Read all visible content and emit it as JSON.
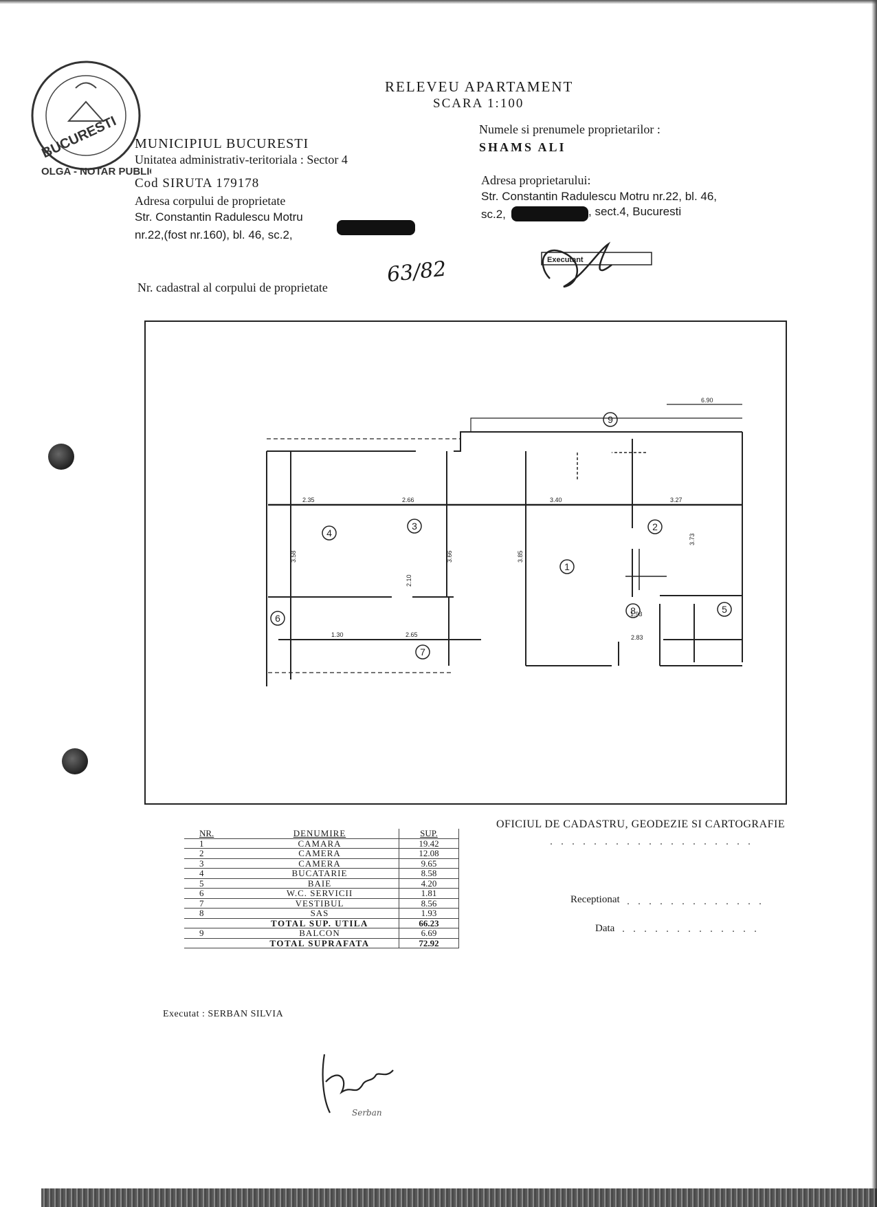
{
  "title": "RELEVEU APARTAMENT",
  "scale": "SCARA 1:100",
  "left_header": {
    "municipality": "MUNICIPIUL BUCURESTI",
    "admin_unit": "Unitatea administrativ-teritoriala : Sector 4",
    "siruta": "Cod SIRUTA 179178",
    "address_label": "Adresa corpului de proprietate",
    "address_line1": "Str. Constantin Radulescu Motru",
    "address_line2": "nr.22,(fost nr.160), bl. 46, sc.2,"
  },
  "right_header": {
    "owners_label": "Numele si prenumele proprietarilor :",
    "owners_value": "SHAMS ALI",
    "owner_address_label": "Adresa proprietarului:",
    "owner_address_line1": "Str. Constantin Radulescu Motru nr.22, bl. 46,",
    "owner_address_line2_a": "sc.2,",
    "owner_address_line2_b": ", sect.4, Bucuresti"
  },
  "cadastral": {
    "label": "Nr. cadastral al corpului de proprietate",
    "value": "63/82"
  },
  "stamp": {
    "text_top": "BUCURESTI",
    "text_bottom": "OLGA - NOTAR PUBLIC"
  },
  "plan": {
    "room_numbers": [
      "1",
      "2",
      "3",
      "4",
      "5",
      "6",
      "7",
      "8",
      "9"
    ],
    "dimensions": [
      "2.35",
      "2.66",
      "3.40",
      "3.27",
      "3.58",
      "3.66",
      "3.85",
      "3.73",
      "1.30",
      "2.65",
      "6.90",
      "2.83",
      "2.10",
      "1.93"
    ]
  },
  "areas_table": {
    "headers": {
      "nr": "NR.",
      "name": "DENUMIRE",
      "sup": "SUP."
    },
    "rows": [
      {
        "nr": "1",
        "name": "CAMARA",
        "sup": "19.42"
      },
      {
        "nr": "2",
        "name": "CAMERA",
        "sup": "12.08"
      },
      {
        "nr": "3",
        "name": "CAMERA",
        "sup": "9.65"
      },
      {
        "nr": "4",
        "name": "BUCATARIE",
        "sup": "8.58"
      },
      {
        "nr": "5",
        "name": "BAIE",
        "sup": "4.20"
      },
      {
        "nr": "6",
        "name": "W.C. SERVICII",
        "sup": "1.81"
      },
      {
        "nr": "7",
        "name": "VESTIBUL",
        "sup": "8.56"
      },
      {
        "nr": "8",
        "name": "SAS",
        "sup": "1.93"
      },
      {
        "nr": "",
        "name": "TOTAL SUP. UTILA",
        "sup": "66.23",
        "total": true
      },
      {
        "nr": "9",
        "name": "BALCON",
        "sup": "6.69"
      },
      {
        "nr": "",
        "name": "TOTAL SUPRAFATA",
        "sup": "72.92",
        "total": true
      }
    ]
  },
  "office": {
    "name": "OFICIUL DE CADASTRU, GEODEZIE SI CARTOGRAFIE",
    "received_label": "Receptionat",
    "date_label": "Data"
  },
  "executed": "Executat : SERBAN SILVIA",
  "signatures": {
    "top": "Executant",
    "bottom": "Serban"
  }
}
